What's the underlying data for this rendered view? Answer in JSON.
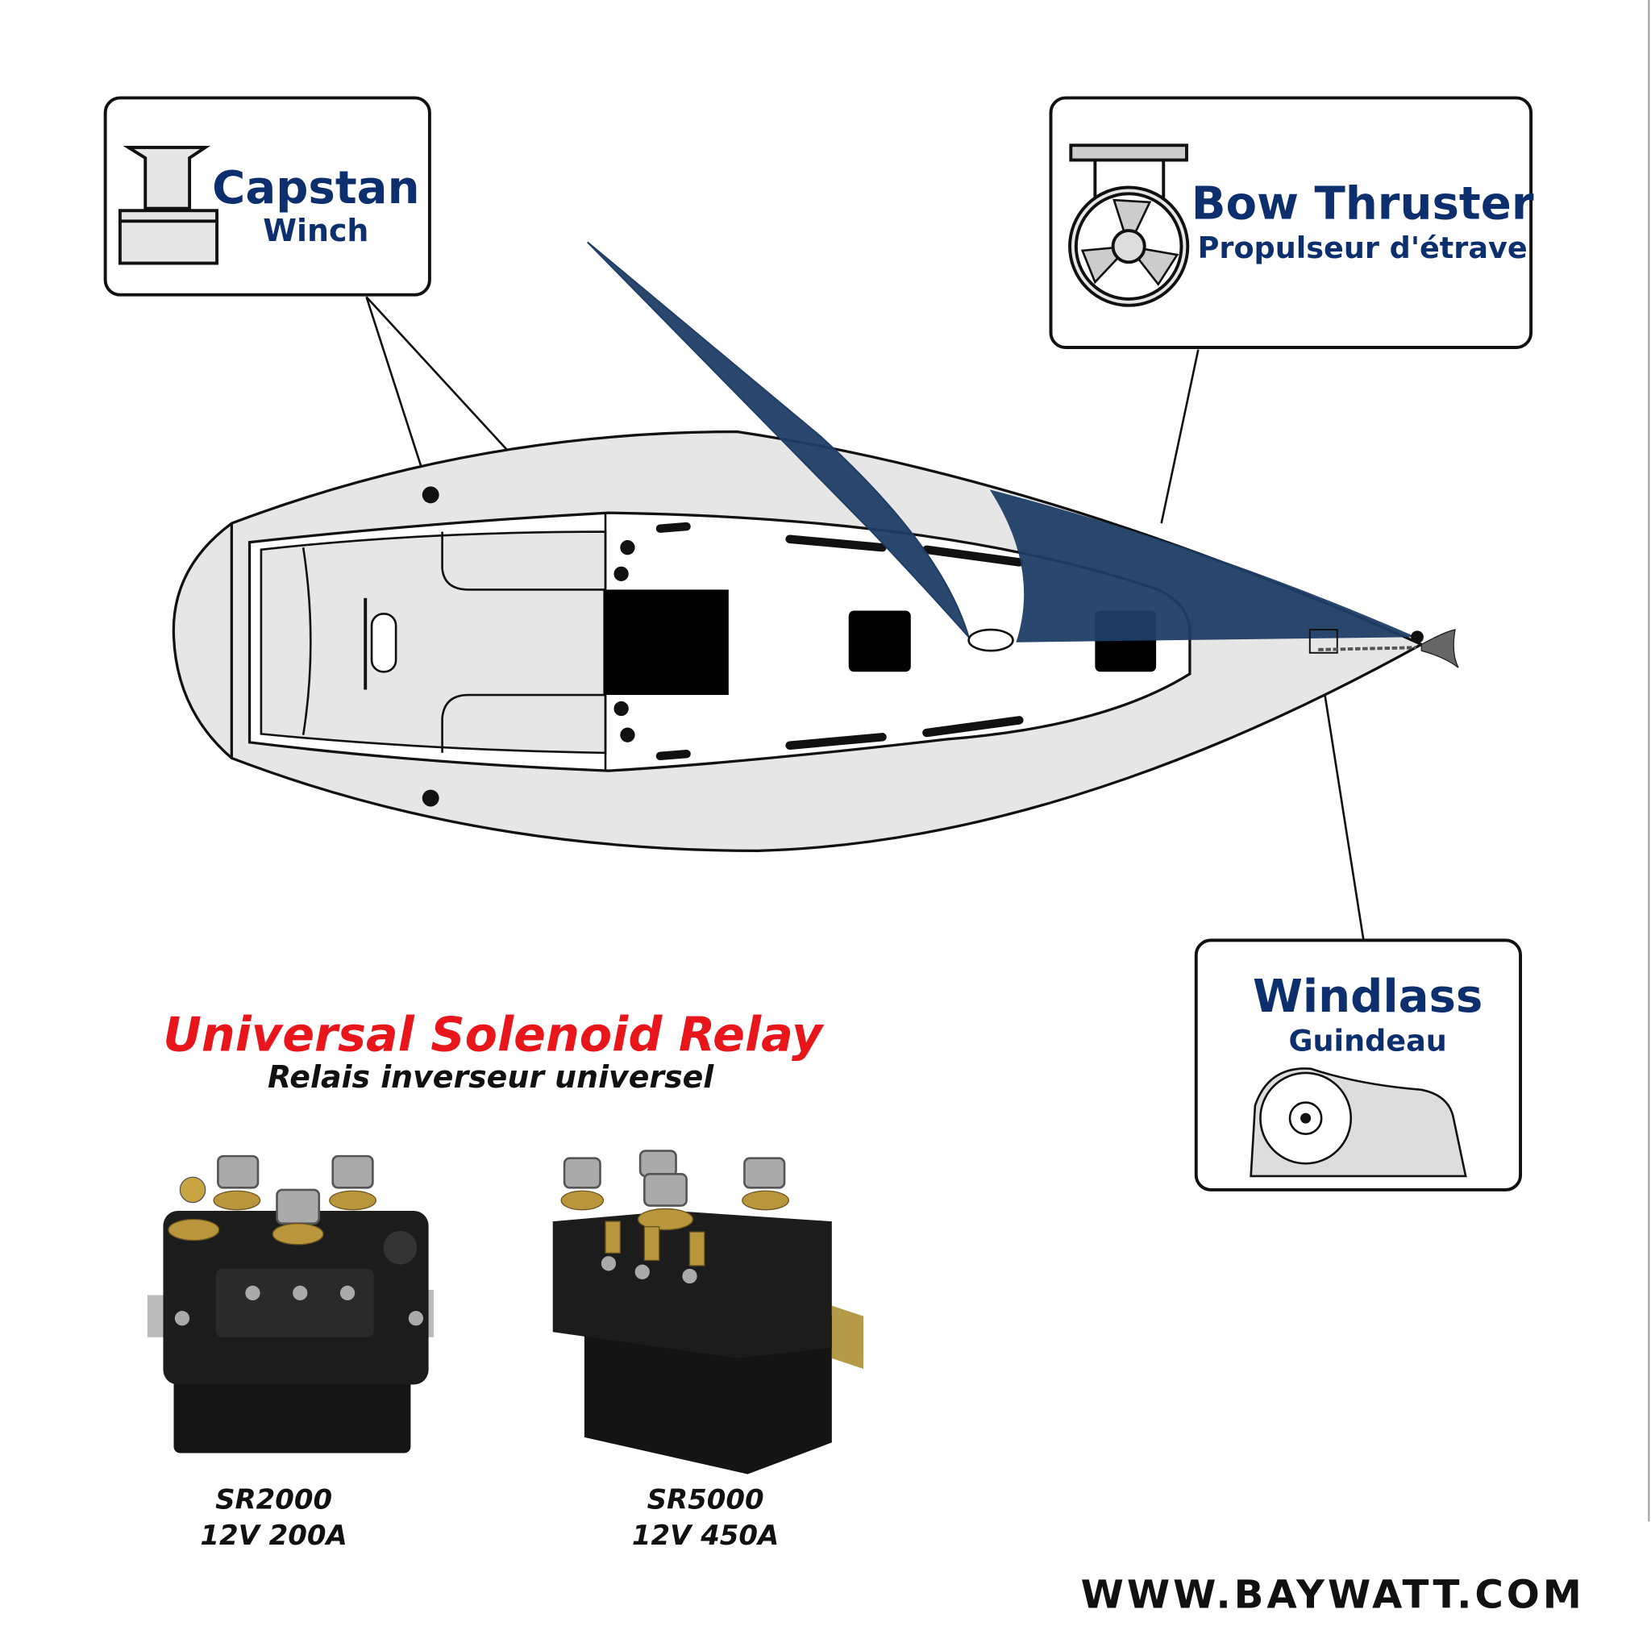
{
  "labels": {
    "capstan": {
      "title": "Capstan",
      "subtitle": "Winch"
    },
    "bow_thruster": {
      "title": "Bow Thruster",
      "subtitle": "Propulseur d'étrave"
    },
    "windlass": {
      "title": "Windlass",
      "subtitle": "Guindeau"
    }
  },
  "product_heading": {
    "title": "Universal Solenoid Relay",
    "subtitle": "Relais inverseur universel"
  },
  "products": [
    {
      "model": "SR2000",
      "spec": "12V 200A"
    },
    {
      "model": "SR5000",
      "spec": "12V 450A"
    }
  ],
  "website": "WWW.BAYWATT.COM",
  "colors": {
    "navy": "#0d2f6e",
    "red": "#e8161b",
    "sail": "#1f3d66",
    "hull": "#e6e6e6"
  }
}
